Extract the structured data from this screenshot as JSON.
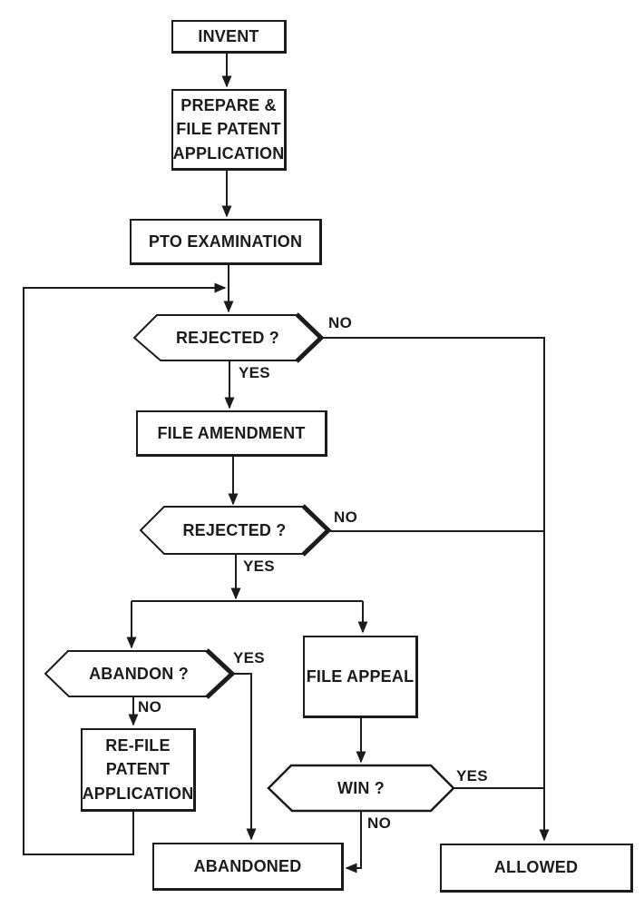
{
  "diagram": {
    "type": "flowchart",
    "subject": "patent-prosecution-process",
    "nodes": {
      "invent": {
        "label": "INVENT",
        "type": "process"
      },
      "prepare": {
        "label": "PREPARE &\nFILE PATENT\nAPPLICATION",
        "type": "process"
      },
      "pto": {
        "label": "PTO EXAMINATION",
        "type": "process"
      },
      "rejected1": {
        "label": "REJECTED ?",
        "type": "decision"
      },
      "amendment": {
        "label": "FILE AMENDMENT",
        "type": "process"
      },
      "rejected2": {
        "label": "REJECTED ?",
        "type": "decision"
      },
      "abandon": {
        "label": "ABANDON ?",
        "type": "decision"
      },
      "appeal": {
        "label": "FILE APPEAL",
        "type": "process"
      },
      "refile": {
        "label": "RE-FILE\nPATENT\nAPPLICATION",
        "type": "process"
      },
      "win": {
        "label": "WIN ?",
        "type": "decision"
      },
      "abandoned": {
        "label": "ABANDONED",
        "type": "terminal"
      },
      "allowed": {
        "label": "ALLOWED",
        "type": "terminal"
      }
    },
    "edge_labels": {
      "rejected1_no": "NO",
      "rejected1_yes": "YES",
      "rejected2_no": "NO",
      "rejected2_yes": "YES",
      "abandon_yes": "YES",
      "abandon_no": "NO",
      "win_yes": "YES",
      "win_no": "NO"
    },
    "edges": [
      {
        "from": "invent",
        "to": "prepare",
        "label": ""
      },
      {
        "from": "prepare",
        "to": "pto",
        "label": ""
      },
      {
        "from": "pto",
        "to": "rejected1",
        "label": ""
      },
      {
        "from": "rejected1",
        "to": "allowed",
        "label": "NO"
      },
      {
        "from": "rejected1",
        "to": "amendment",
        "label": "YES"
      },
      {
        "from": "amendment",
        "to": "rejected2",
        "label": ""
      },
      {
        "from": "rejected2",
        "to": "allowed",
        "label": "NO"
      },
      {
        "from": "rejected2",
        "to": "abandon",
        "label": "YES"
      },
      {
        "from": "rejected2",
        "to": "appeal",
        "label": "YES"
      },
      {
        "from": "abandon",
        "to": "abandoned",
        "label": "YES"
      },
      {
        "from": "abandon",
        "to": "refile",
        "label": "NO"
      },
      {
        "from": "refile",
        "to": "rejected1",
        "label": ""
      },
      {
        "from": "appeal",
        "to": "win",
        "label": ""
      },
      {
        "from": "win",
        "to": "allowed",
        "label": "YES"
      },
      {
        "from": "win",
        "to": "abandoned",
        "label": "NO"
      }
    ],
    "colors": {
      "line": "#1b1b1b",
      "background": "#ffffff",
      "text": "#1b1b1b"
    }
  }
}
